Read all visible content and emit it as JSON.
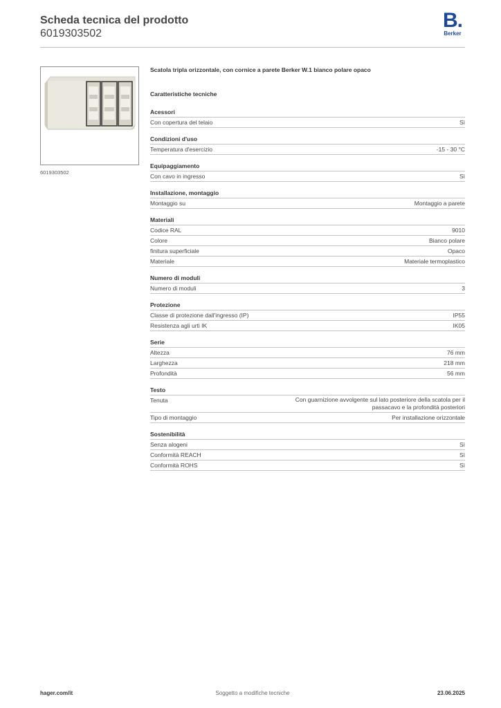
{
  "header": {
    "title": "Scheda tecnica del prodotto",
    "code": "6019303502",
    "logo_text": "Berker",
    "logo_mark": "B."
  },
  "photo_caption": "6019303502",
  "product_title": "Scatola tripla orizzontale, con cornice a parete Berker W.1 bianco polare opaco",
  "features_title": "Caratteristiche tecniche",
  "sections": [
    {
      "title": "Acessori",
      "rows": [
        {
          "label": "Con copertura del telaio",
          "value": "Sì"
        }
      ]
    },
    {
      "title": "Condizioni d'uso",
      "rows": [
        {
          "label": "Temperatura d'esercizio",
          "value": "-15 - 30 °C"
        }
      ]
    },
    {
      "title": "Equipaggiamento",
      "rows": [
        {
          "label": "Con cavo in ingresso",
          "value": "Sì"
        }
      ]
    },
    {
      "title": "Installazione, montaggio",
      "rows": [
        {
          "label": "Montaggio su",
          "value": "Montaggio a parete"
        }
      ]
    },
    {
      "title": "Materiali",
      "rows": [
        {
          "label": "Codice RAL",
          "value": "9010"
        },
        {
          "label": "Colore",
          "value": "Bianco polare"
        },
        {
          "label": "finitura superficiale",
          "value": "Opaco"
        },
        {
          "label": "Materiale",
          "value": "Materiale termoplastico"
        }
      ]
    },
    {
      "title": "Numero di moduli",
      "rows": [
        {
          "label": "Numero di moduli",
          "value": "3"
        }
      ]
    },
    {
      "title": "Protezione",
      "rows": [
        {
          "label": "Classe di protezione dall'ingresso (IP)",
          "value": "IP55"
        },
        {
          "label": "Resistenza agli urti IK",
          "value": "IK05"
        }
      ]
    },
    {
      "title": "Serie",
      "rows": [
        {
          "label": "Altezza",
          "value": "76 mm"
        },
        {
          "label": "Larghezza",
          "value": "218 mm"
        },
        {
          "label": "Profondità",
          "value": "56 mm"
        }
      ]
    },
    {
      "title": "Testo",
      "rows": [
        {
          "label": "Tenuta",
          "value": "Con guarnizione avvolgente sul lato posteriore della scatola per il passacavo e la profondità posteriori"
        },
        {
          "label": "Tipo di montaggio",
          "value": "Per installazione orizzontale"
        }
      ]
    },
    {
      "title": "Sostenibilità",
      "rows": [
        {
          "label": "Senza alogeni",
          "value": "Sì"
        },
        {
          "label": "Conformità REACH",
          "value": "Sì"
        },
        {
          "label": "Conformità ROHS",
          "value": "Sì"
        }
      ]
    }
  ],
  "footer": {
    "left": "hager.com/it",
    "center": "Soggetto a modifiche tecniche",
    "right": "23.06.2025"
  }
}
